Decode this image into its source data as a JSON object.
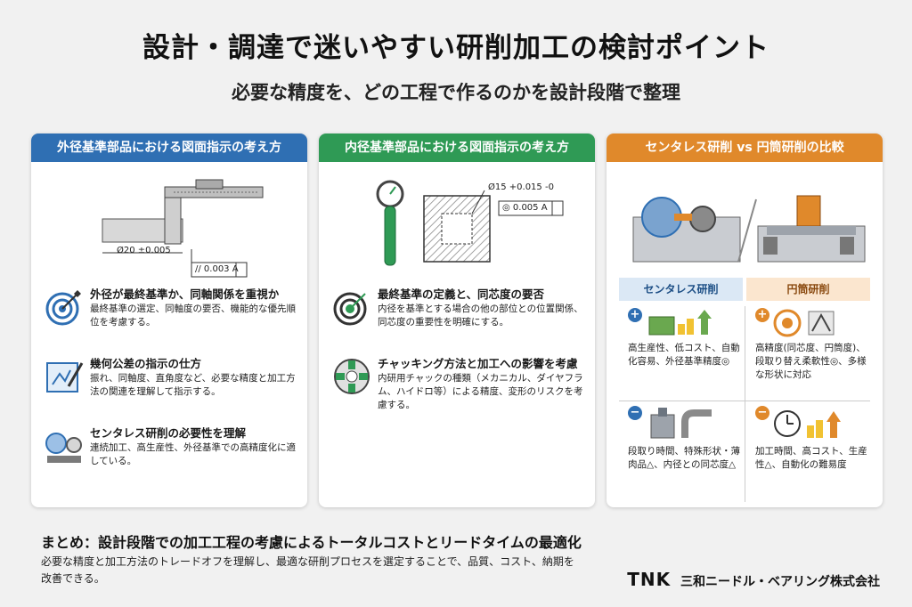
{
  "title": "設計・調達で迷いやすい研削加工の検討ポイント",
  "subtitle": "必要な精度を、どの工程で作るのかを設計段階で整理",
  "panel1": {
    "header": "外径基準部品における図面指示の考え方",
    "dim_label": "Ø20 ±0.005",
    "gdt_label": "// 0.003 A",
    "items": [
      {
        "heading": "外径が最終基準か、同軸関係を重視か",
        "desc": "最終基準の選定、同軸度の要否、機能的な優先順位を考慮する。",
        "icon": "target-icon"
      },
      {
        "heading": "幾何公差の指示の仕方",
        "desc": "振れ、同軸度、直角度など、必要な精度と加工方法の関連を理解して指示する。",
        "icon": "blueprint-icon"
      },
      {
        "heading": "センタレス研削の必要性を理解",
        "desc": "連続加工、高生産性、外径基準での高精度化に適している。",
        "icon": "grinder-icon"
      }
    ]
  },
  "panel2": {
    "header": "内径基準部品における図面指示の考え方",
    "dim_label": "Ø15 +0.015 -0",
    "gdt_label": "◎ 0.005 A",
    "items": [
      {
        "heading": "最終基準の定義と、同芯度の要否",
        "desc": "内径を基準とする場合の他の部位との位置関係、同芯度の重要性を明確にする。",
        "icon": "target-icon"
      },
      {
        "heading": "チャッキング方法と加工への影響を考慮",
        "desc": "内研用チャックの種類（メカニカル、ダイヤフラム、ハイドロ等）による精度、変形のリスクを考慮する。",
        "icon": "chuck-icon"
      }
    ]
  },
  "panel3": {
    "header": "センタレス研削 vs 円筒研削の比較",
    "left_label": "センタレス研削",
    "right_label": "円筒研削",
    "left_pro": "高生産性、低コスト、自動化容易、外径基準精度◎",
    "right_pro": "高精度(同芯度、円筒度)、段取り替え柔軟性◎、多様な形状に対応",
    "left_con": "段取り時間、特殊形状・薄肉品△、内径との同芯度△",
    "right_con": "加工時間、高コスト、生産性△、自動化の難易度",
    "plus": "+",
    "minus": "−"
  },
  "summary": {
    "heading": "まとめ：設計段階での加工工程の考慮によるトータルコストとリードタイムの最適化",
    "body": "必要な精度と加工方法のトレードオフを理解し、最適な研削プロセスを選定することで、品質、コスト、納期を改善できる。"
  },
  "logo": {
    "brand": "TNK",
    "company": "三和ニードル・ベアリング株式会社"
  },
  "colors": {
    "blue": "#2f6fb3",
    "green": "#2f9a55",
    "orange": "#e0892b"
  }
}
